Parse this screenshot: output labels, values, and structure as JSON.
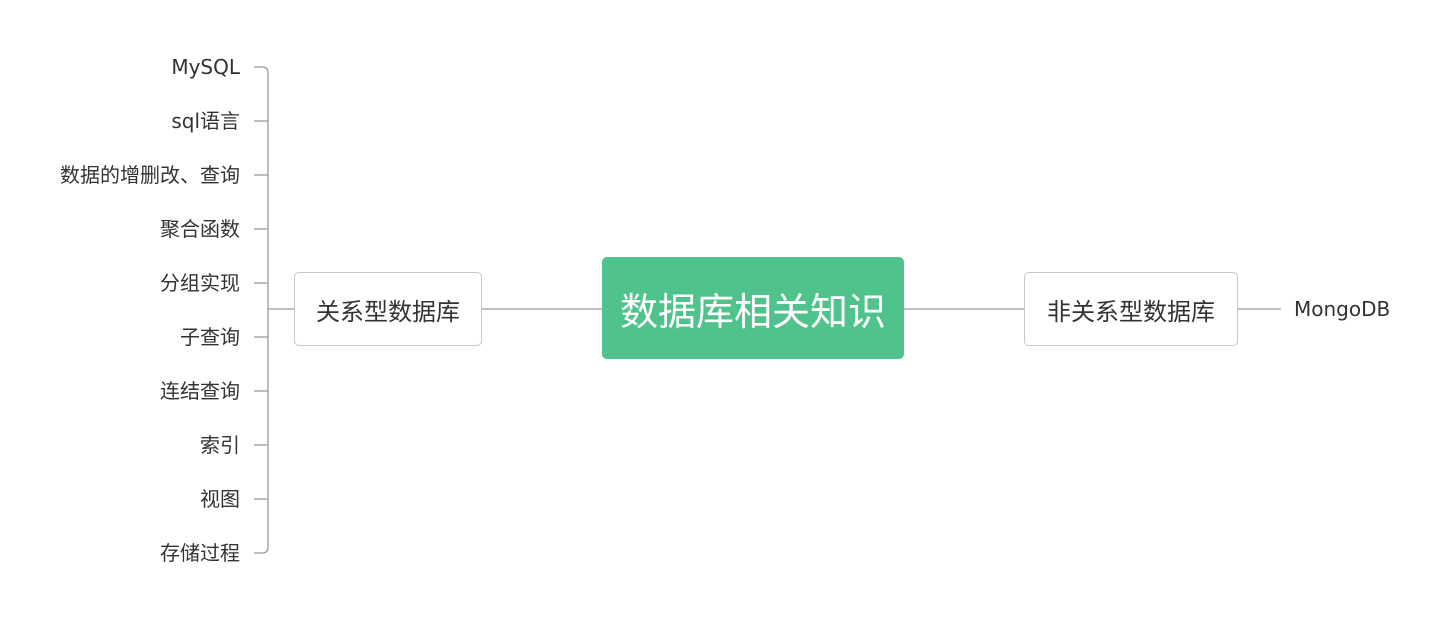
{
  "root": {
    "label": "数据库相关知识"
  },
  "branches": [
    {
      "label": "关系型数据库",
      "children": [
        "MySQL",
        "sql语言",
        "数据的增删改、查询",
        "聚合函数",
        "分组实现",
        "子查询",
        "连结查询",
        "索引",
        "视图",
        "存储过程"
      ]
    },
    {
      "label": "非关系型数据库",
      "children": [
        "MongoDB"
      ]
    }
  ],
  "colors": {
    "root_fill": "#4fc38b",
    "root_text": "#ffffff",
    "branch_border": "#c7c7c7",
    "connector": "#9a9a9a",
    "text": "#333333"
  }
}
